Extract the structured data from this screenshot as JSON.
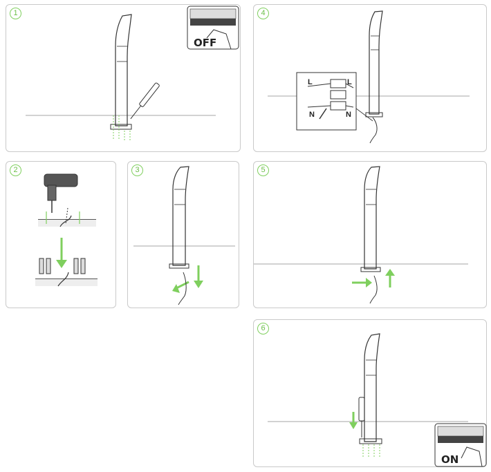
{
  "steps": [
    {
      "number": "1"
    },
    {
      "number": "2"
    },
    {
      "number": "3"
    },
    {
      "number": "4"
    },
    {
      "number": "5"
    },
    {
      "number": "6"
    }
  ],
  "switch_off": {
    "label": "OFF"
  },
  "switch_on": {
    "label": "ON"
  },
  "wiring": {
    "live_left": "L",
    "live_right": "L",
    "neutral_left": "N",
    "neutral_right": "N"
  },
  "colors": {
    "accent": "#7fcf5e",
    "line": "#333333",
    "border": "#c9c9c9"
  },
  "icons": [
    "lamp-post-icon",
    "screwdriver-icon",
    "drill-icon",
    "anchor-icon",
    "fuse-box-icon",
    "terminal-block-icon",
    "arrow-icon"
  ]
}
